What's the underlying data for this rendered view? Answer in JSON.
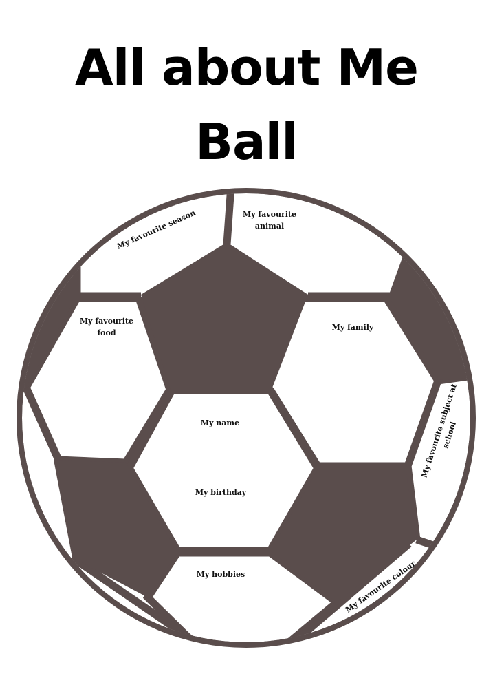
{
  "title": {
    "line1": "All about Me",
    "line2": "Ball"
  },
  "colors": {
    "ball_dark": "#5a4d4c",
    "background": "#ffffff",
    "text": "#000000"
  },
  "ball": {
    "panels": {
      "season": "My favourite season",
      "animal_line1": "My favourite",
      "animal_line2": "animal",
      "food_line1": "My favourite",
      "food_line2": "food",
      "family": "My family",
      "name": "My name",
      "birthday": "My birthday",
      "subject_line1": "My favourite subject at",
      "subject_line2": "school",
      "hobbies": "My hobbies",
      "colour": "My favourite colour"
    }
  }
}
